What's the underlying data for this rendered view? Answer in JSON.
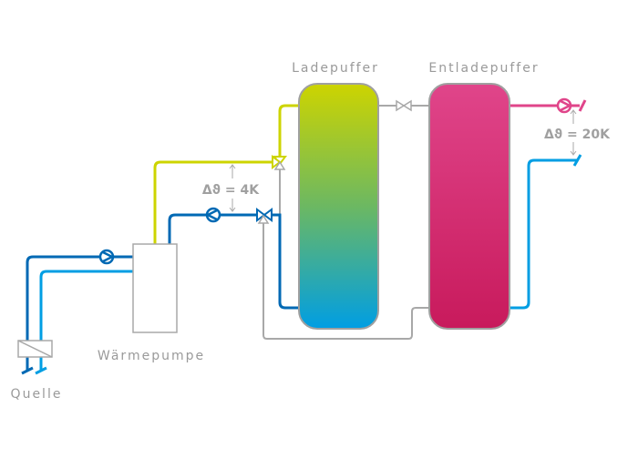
{
  "labels": {
    "charge_buffer": "Ladepuffer",
    "discharge_buffer": "Entladepuffer",
    "heat_pump": "Wärmepumpe",
    "source": "Quelle",
    "delta_charge": "Δϑ = 4K",
    "delta_discharge": "Δϑ = 20K"
  },
  "colors": {
    "yellow": "#cdd400",
    "dark_blue": "#0069b4",
    "light_blue": "#009ee3",
    "pink": "#e0458a",
    "grey": "#a8a8a8"
  }
}
